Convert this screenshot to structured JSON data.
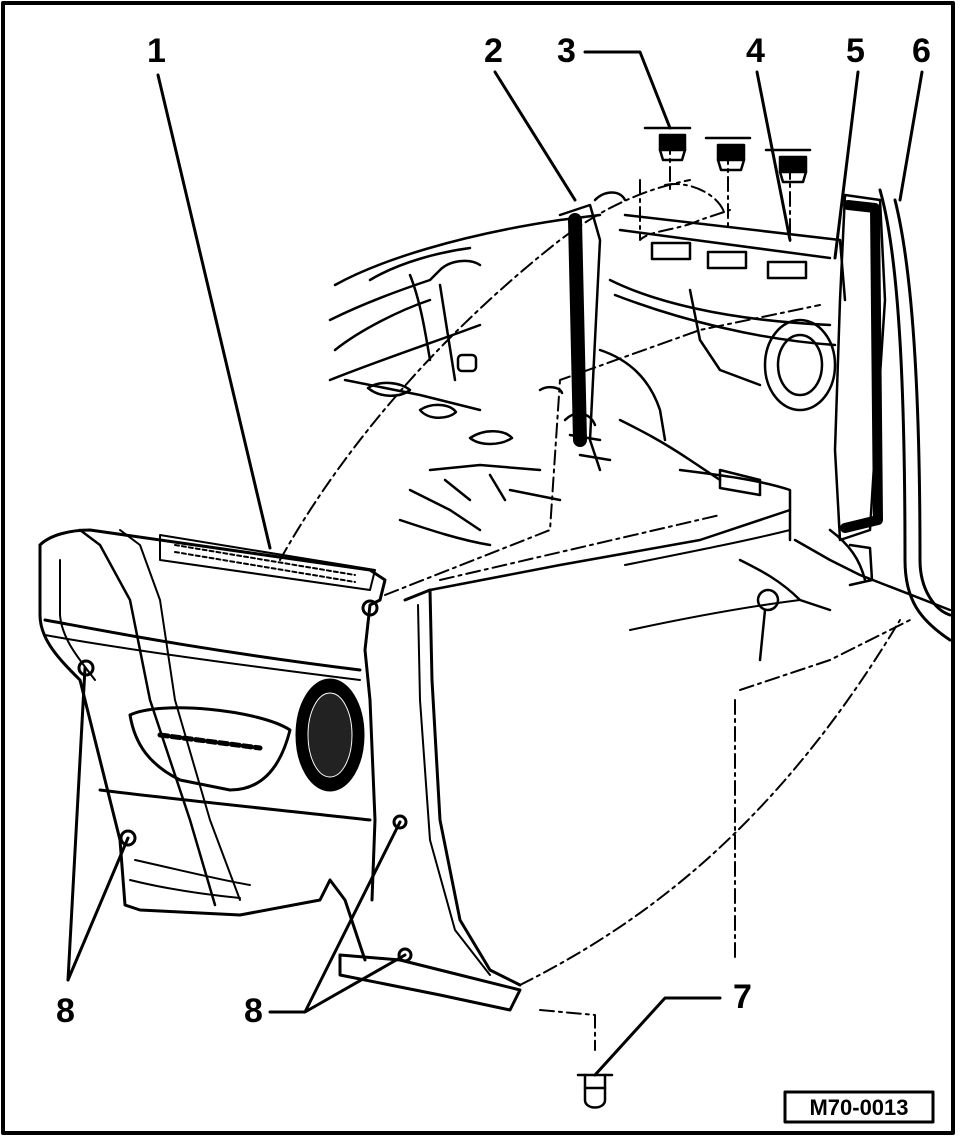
{
  "diagram": {
    "callouts": [
      {
        "id": "c1",
        "label": "1"
      },
      {
        "id": "c2",
        "label": "2"
      },
      {
        "id": "c3",
        "label": "3"
      },
      {
        "id": "c4",
        "label": "4"
      },
      {
        "id": "c5",
        "label": "5"
      },
      {
        "id": "c6",
        "label": "6"
      },
      {
        "id": "c7",
        "label": "7"
      },
      {
        "id": "c8a",
        "label": "8"
      },
      {
        "id": "c8b",
        "label": "8"
      }
    ],
    "reference_code": "M70-0013"
  },
  "colors": {
    "ink": "#000000",
    "paper": "#ffffff"
  }
}
